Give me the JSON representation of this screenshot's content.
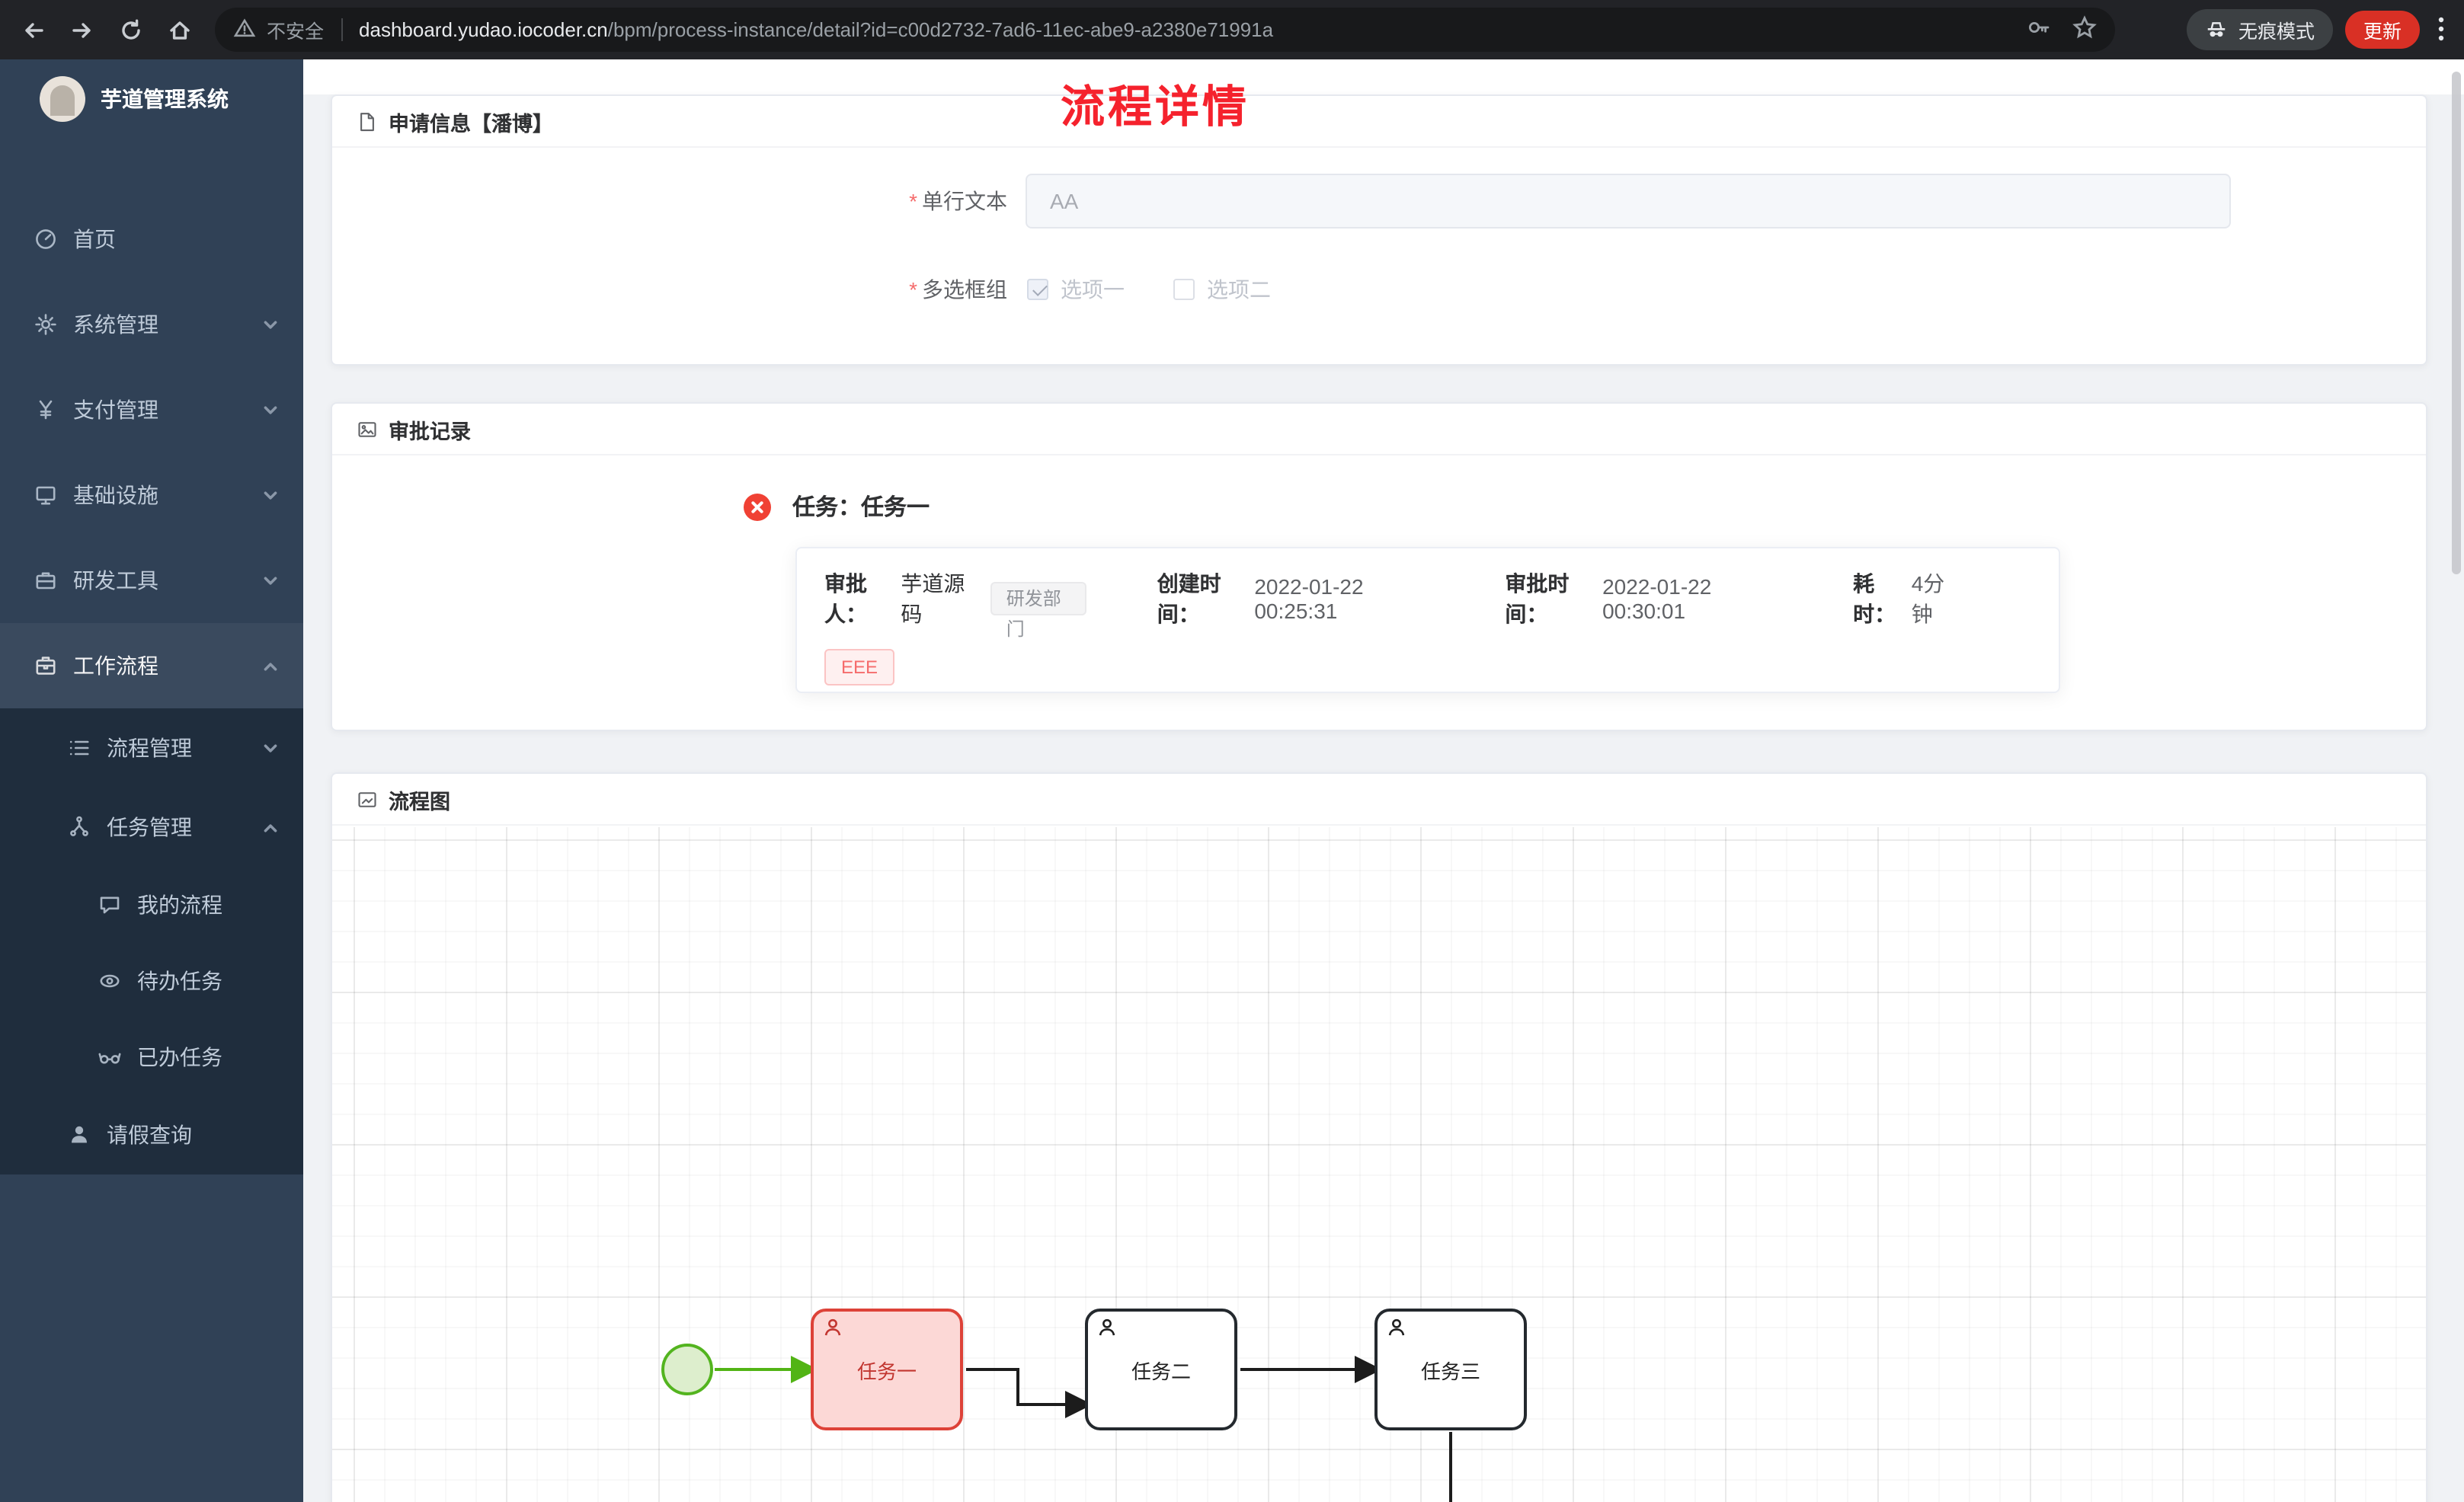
{
  "browser": {
    "security_label": "不安全",
    "url_host": "dashboard.yudao.iocoder.cn",
    "url_path": "/bpm/process-instance/detail?id=c00d2732-7ad6-11ec-abe9-a2380e71991a",
    "incognito_label": "无痕模式",
    "update_label": "更新"
  },
  "sidebar": {
    "app_title": "芋道管理系统",
    "items": [
      {
        "label": "首页",
        "icon": "dashboard-icon",
        "level": 1
      },
      {
        "label": "系统管理",
        "icon": "gear-icon",
        "level": 1,
        "chevron": "down"
      },
      {
        "label": "支付管理",
        "icon": "yen-icon",
        "level": 1,
        "chevron": "down"
      },
      {
        "label": "基础设施",
        "icon": "monitor-icon",
        "level": 1,
        "chevron": "down"
      },
      {
        "label": "研发工具",
        "icon": "toolbox-icon",
        "level": 1,
        "chevron": "down"
      },
      {
        "label": "工作流程",
        "icon": "briefcase-icon",
        "level": 1,
        "chevron": "up",
        "active": true
      },
      {
        "label": "流程管理",
        "icon": "list-icon",
        "level": 2,
        "chevron": "down"
      },
      {
        "label": "任务管理",
        "icon": "branch-icon",
        "level": 2,
        "chevron": "up"
      },
      {
        "label": "我的流程",
        "icon": "chat-icon",
        "level": 3
      },
      {
        "label": "待办任务",
        "icon": "eye-icon",
        "level": 3
      },
      {
        "label": "已办任务",
        "icon": "glasses-icon",
        "level": 3
      },
      {
        "label": "请假查询",
        "icon": "user-icon",
        "level": 2
      }
    ]
  },
  "page": {
    "title": "流程详情"
  },
  "apply_card": {
    "header": "申请信息【潘博】",
    "required_marker": "*",
    "text_label": "单行文本",
    "text_value": "AA",
    "checkbox_label": "多选框组",
    "options": [
      {
        "label": "选项一",
        "checked": true,
        "disabled": true
      },
      {
        "label": "选项二",
        "checked": false,
        "disabled": true
      }
    ]
  },
  "approval_card": {
    "header": "审批记录",
    "task_title": "任务：任务一",
    "approver_label": "审批人：",
    "approver_name": "芋道源码",
    "dept_tag": "研发部门",
    "created_label": "创建时间：",
    "created_time": "2022-01-22 00:25:31",
    "approved_label": "审批时间：",
    "approved_time": "2022-01-22 00:30:01",
    "duration_label": "耗时：",
    "duration_value": "4分钟",
    "result_tag": "EEE",
    "status": "rejected"
  },
  "diagram_card": {
    "header": "流程图",
    "start_event": {
      "type": "start",
      "highlight": "green"
    },
    "tasks": [
      {
        "label": "任务一",
        "state": "current-rejected"
      },
      {
        "label": "任务二",
        "state": "pending"
      },
      {
        "label": "任务三",
        "state": "pending"
      }
    ],
    "flows": [
      {
        "from": "start",
        "to": "任务一",
        "highlight": "green"
      },
      {
        "from": "任务一",
        "to": "任务二"
      },
      {
        "from": "任务二",
        "to": "任务三"
      },
      {
        "from": "任务三",
        "to": "below(off-screen)"
      }
    ]
  },
  "colors": {
    "page_title_red": "#f5222d",
    "sidebar_bg": "#304156",
    "sidebar_submenu_bg": "#1f2d3d",
    "task_highlight_border": "#dd4238",
    "task_highlight_fill": "#fcd8d6",
    "start_event_green": "#52b415",
    "danger": "#f56c6c",
    "update_pill": "#d93025"
  }
}
